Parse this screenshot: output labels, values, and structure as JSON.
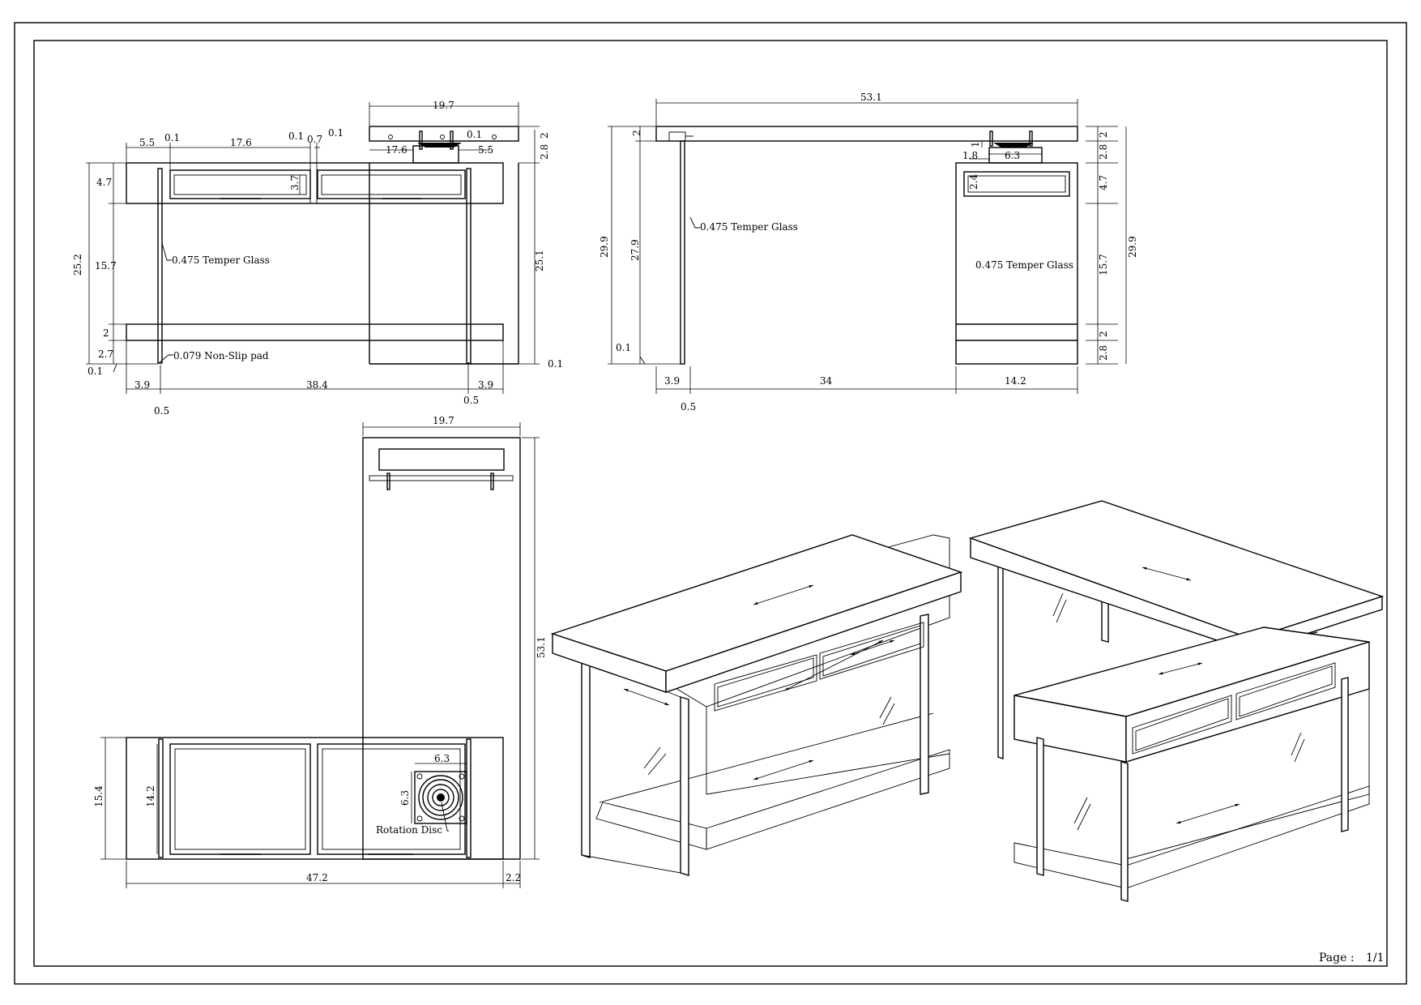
{
  "page": {
    "label": "Page :",
    "number": "1/1"
  },
  "front_view": {
    "dims": {
      "top_55": "5.5",
      "top_01a": "0.1",
      "top_176": "17.6",
      "top_01b": "0.1",
      "top_07": "0.7",
      "top_01c": "0.1",
      "left_47": "4.7",
      "left_252": "25.2",
      "left_157": "15.7",
      "left_2": "2",
      "left_27": "2.7",
      "left_01": "0.1",
      "drawer_37": "3.7",
      "right_251": "25.1",
      "right_01": "0.1",
      "bot_39a": "3.9",
      "bot_384": "38.4",
      "bot_05a": "0.5",
      "bot_39b": "3.9",
      "bot_05b": "0.5"
    },
    "notes": {
      "glass": "0.475 Temper Glass",
      "pad": "0.079 Non-Slip pad"
    }
  },
  "top_part_front": {
    "dims": {
      "w_197": "19.7",
      "r_2": "2",
      "r_28": "2.8",
      "d_01": "0.1",
      "d_176": "17.6",
      "d_55": "5.5"
    }
  },
  "side_view": {
    "dims": {
      "top_531": "53.1",
      "l_2": "2",
      "l_299": "29.9",
      "l_279": "27.9",
      "l_01": "0.1",
      "s_1": "1",
      "s_18": "1.8",
      "s_63": "6.3",
      "s_24": "2.4",
      "r_2a": "2",
      "r_28a": "2.8",
      "r_47": "4.7",
      "r_157": "15.7",
      "r_2b": "2",
      "r_28b": "2.8",
      "r_299": "29.9",
      "b_39": "3.9",
      "b_34": "34",
      "b_142": "14.2",
      "b_05": "0.5"
    },
    "notes": {
      "glass_left": "0.475 Temper Glass",
      "glass_right": "0.475 Temper Glass"
    }
  },
  "plan_view": {
    "dims": {
      "top_197": "19.7",
      "r_531": "53.1",
      "l_154": "15.4",
      "l_142": "14.2",
      "d_63a": "6.3",
      "d_63b": "6.3",
      "b_472": "47.2",
      "b_22": "2.2"
    },
    "notes": {
      "disc": "Rotation Disc"
    }
  }
}
